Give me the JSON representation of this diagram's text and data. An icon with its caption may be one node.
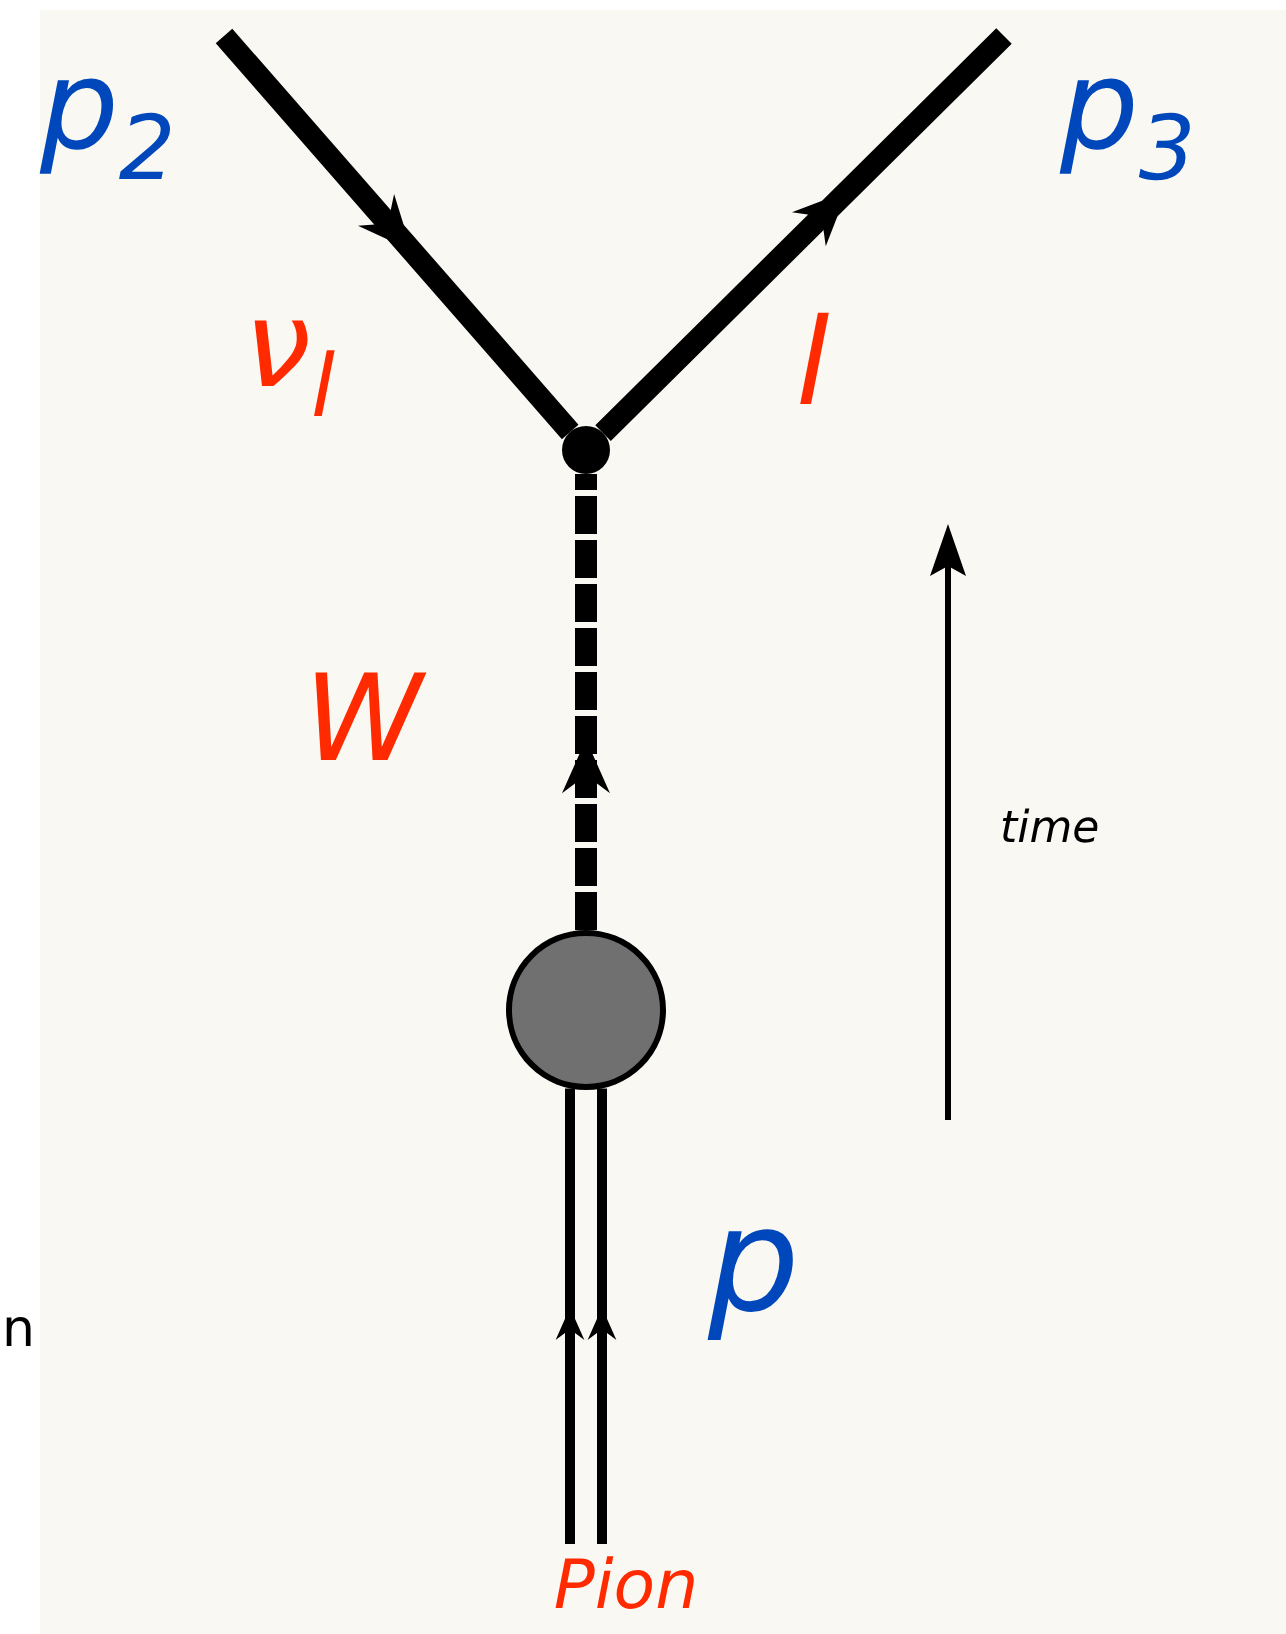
{
  "diagram": {
    "nodes": [
      {
        "text": [],
        "shape": "circle"
      },
      {
        "text": [],
        "shape": "circle"
      },
      {
        "text": [
          "Pion"
        ]
      }
    ],
    "edges": [
      {
        "from": null,
        "to": 0,
        "arrow": "to",
        "label": "ν$_{l}$"
      },
      {
        "from": 0,
        "to": null,
        "arrow": "to",
        "label": "l"
      },
      {
        "from": 1,
        "to": 0,
        "arrow": "to",
        "style": "dashed",
        "label": "W"
      },
      {
        "from": 2,
        "to": 1,
        "arrow": "to"
      },
      {
        "from": 2,
        "to": 1,
        "arrow": "to"
      }
    ],
    "labels": [
      "p$_{2}$",
      "p$_{3}$",
      "time",
      "p",
      "n"
    ]
  }
}
